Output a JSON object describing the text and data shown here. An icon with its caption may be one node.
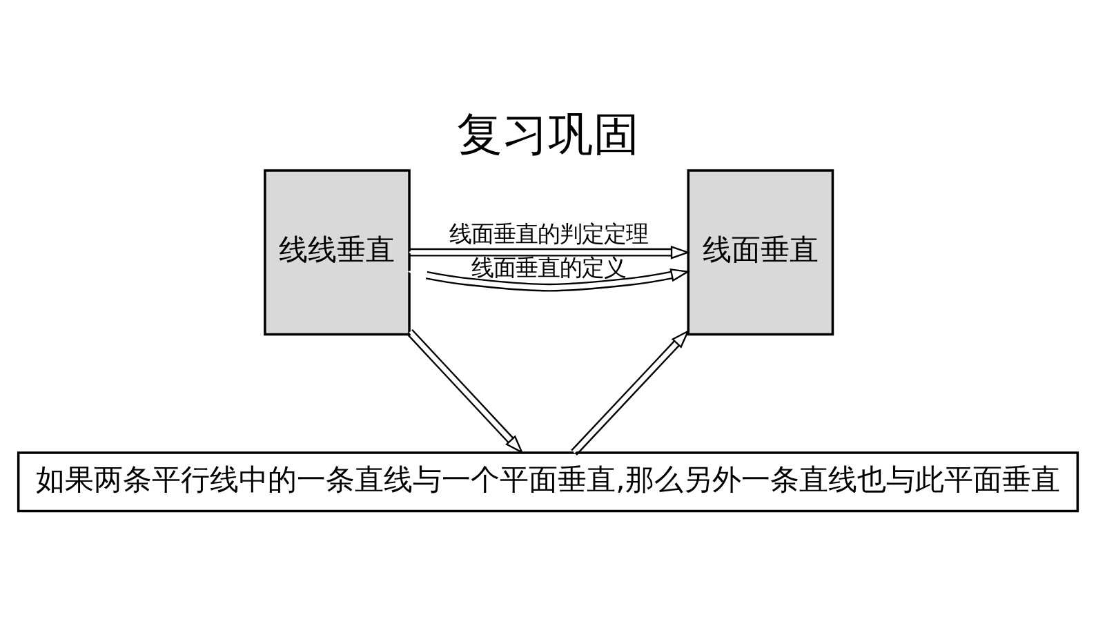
{
  "diagram": {
    "title": "复习巩固",
    "nodes": [
      {
        "text": [
          "线线垂直"
        ]
      },
      {
        "text": [
          "线面垂直"
        ]
      },
      {
        "text": [
          "如果两条平行线中的一条直线与一个平面垂直,那么另外一条直线也与此平面垂直"
        ]
      }
    ],
    "edges": [
      {
        "from": 0,
        "to": 1,
        "arrow": "both",
        "label": "线面垂直的定义"
      },
      {
        "from": 0,
        "to": 1,
        "arrow": "to",
        "label": "线面垂直的判定定理"
      },
      {
        "from": 0,
        "to": 2,
        "arrow": "to"
      },
      {
        "from": 2,
        "to": 1,
        "arrow": "to"
      }
    ]
  }
}
